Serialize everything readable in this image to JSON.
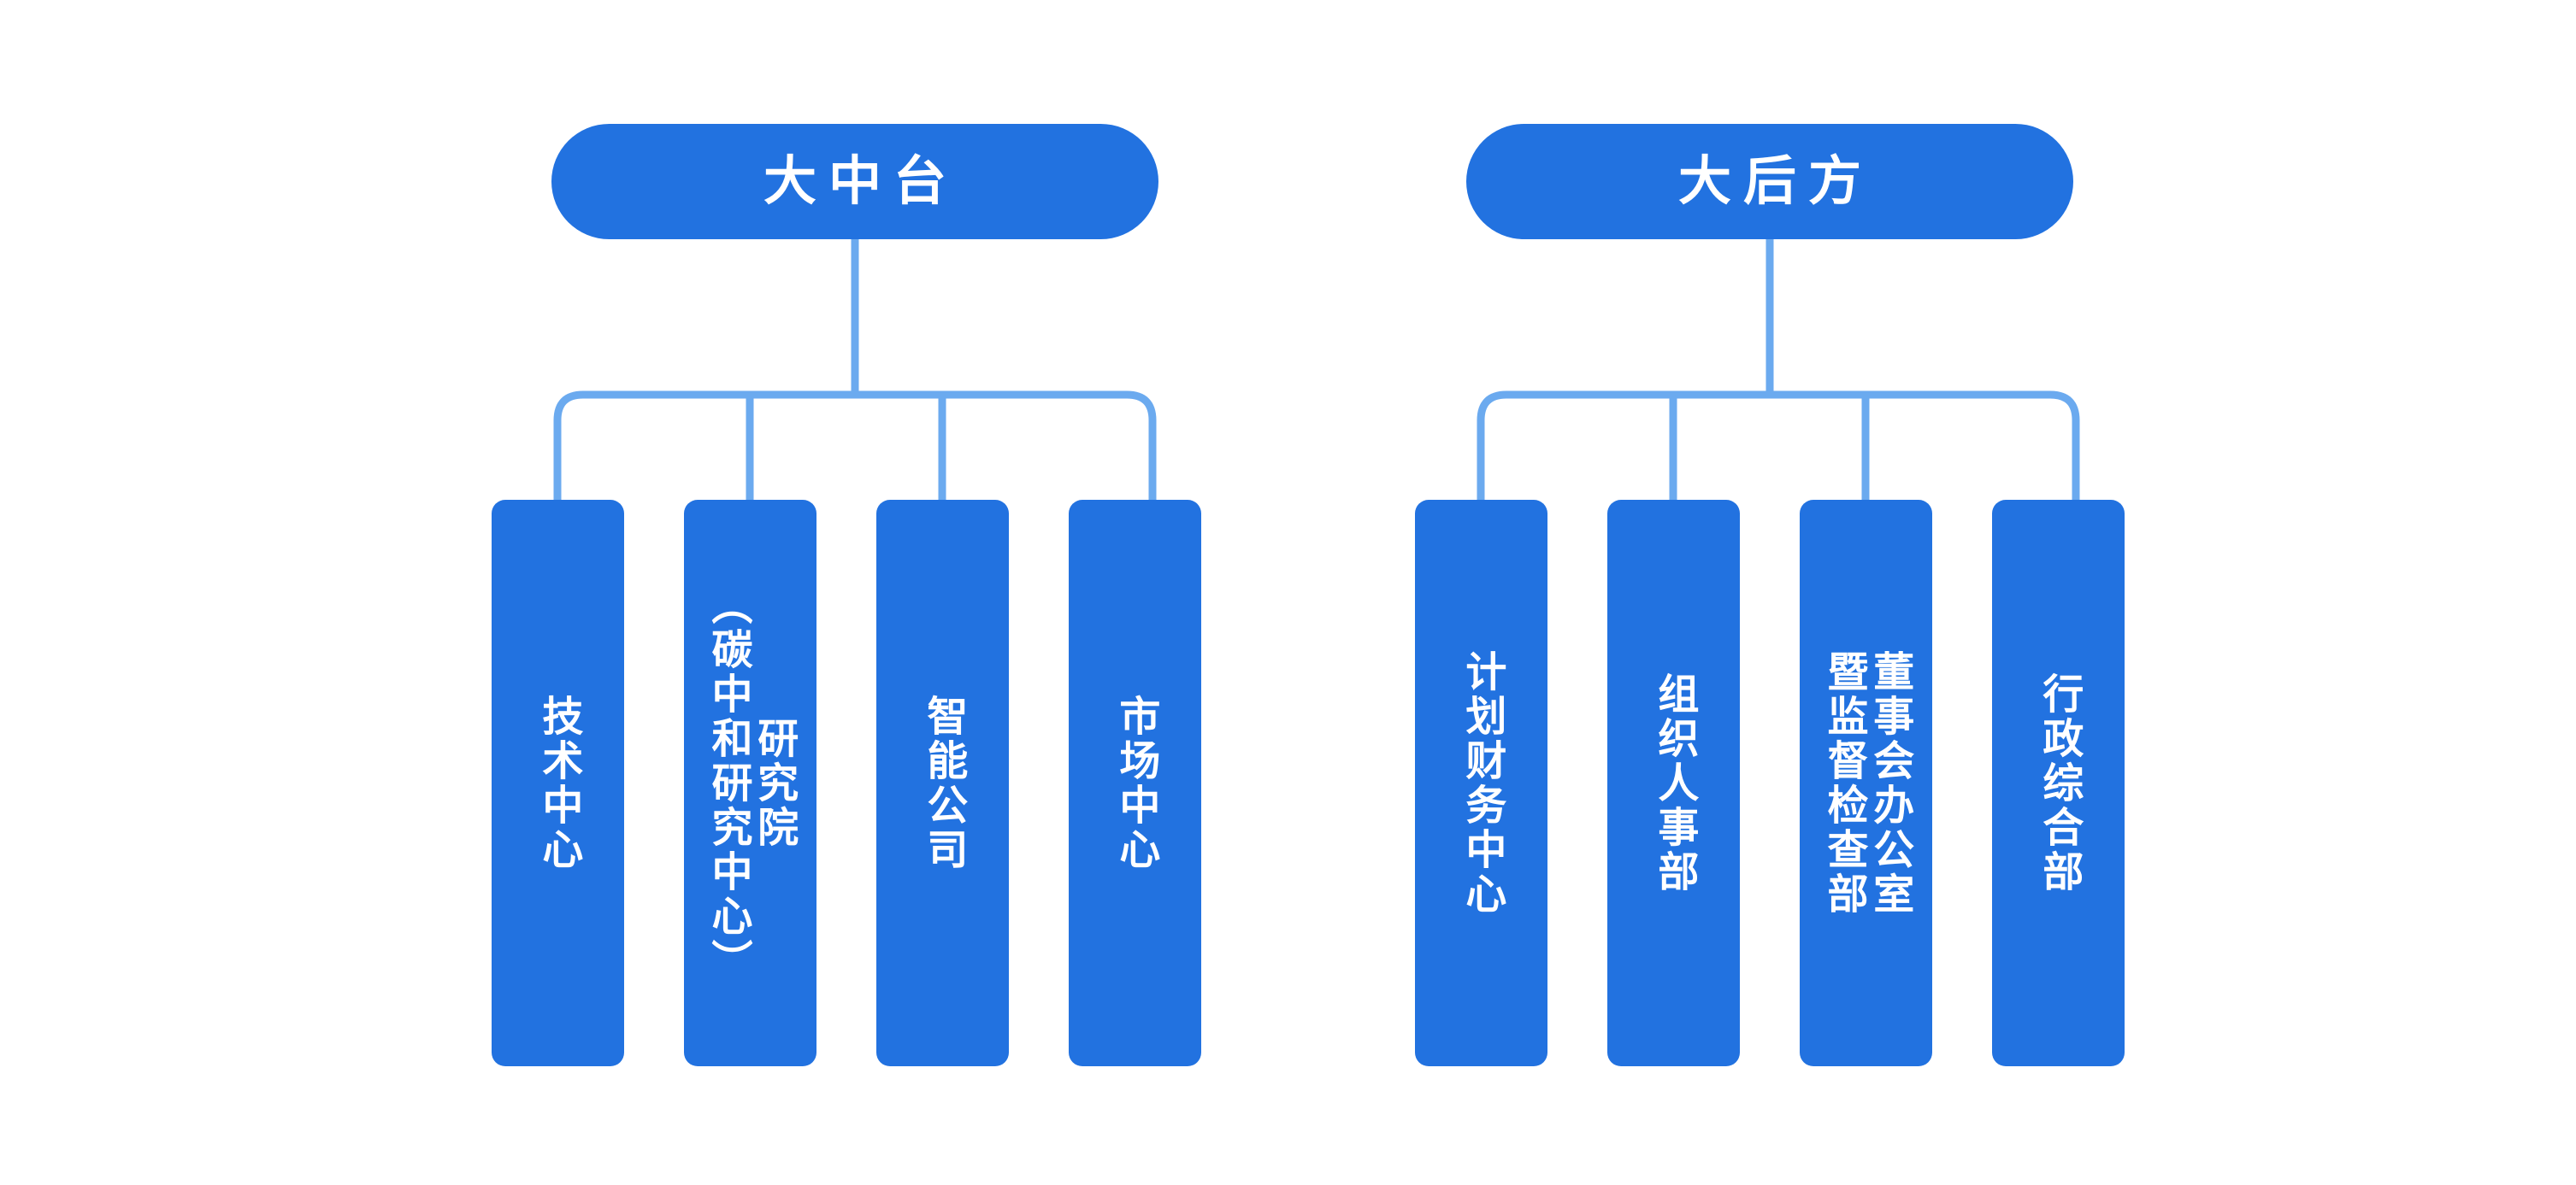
{
  "diagram": {
    "type": "org-chart",
    "orientation": "top-down",
    "background_color": "#FFFFFF",
    "node_color": "#2272E0",
    "connector_color": "#6BAAEF",
    "text_color": "#FFFFFF"
  },
  "groups": [
    {
      "id": "group-zhongtai",
      "root_label": "大中台",
      "children": [
        {
          "id": "tech-center",
          "label": "技术中心",
          "columns": [
            "技术中心"
          ]
        },
        {
          "id": "research-institute",
          "label": "研究院（碳中和研究中心）",
          "columns": [
            "研究院",
            "（碳中和研究中心）"
          ]
        },
        {
          "id": "smart-company",
          "label": "智能公司",
          "columns": [
            "智能公司"
          ]
        },
        {
          "id": "market-center",
          "label": "市场中心",
          "columns": [
            "市场中心"
          ]
        }
      ]
    },
    {
      "id": "group-houfang",
      "root_label": "大后方",
      "children": [
        {
          "id": "finance-center",
          "label": "计划财务中心",
          "columns": [
            "计划财务中心"
          ]
        },
        {
          "id": "hr-department",
          "label": "组织人事部",
          "columns": [
            "组织人事部"
          ]
        },
        {
          "id": "board-office",
          "label": "董事会办公室暨监督检查部",
          "columns": [
            "董事会办公室",
            "暨监督检查部"
          ]
        },
        {
          "id": "admin-department",
          "label": "行政综合部",
          "columns": [
            "行政综合部"
          ]
        }
      ]
    }
  ]
}
